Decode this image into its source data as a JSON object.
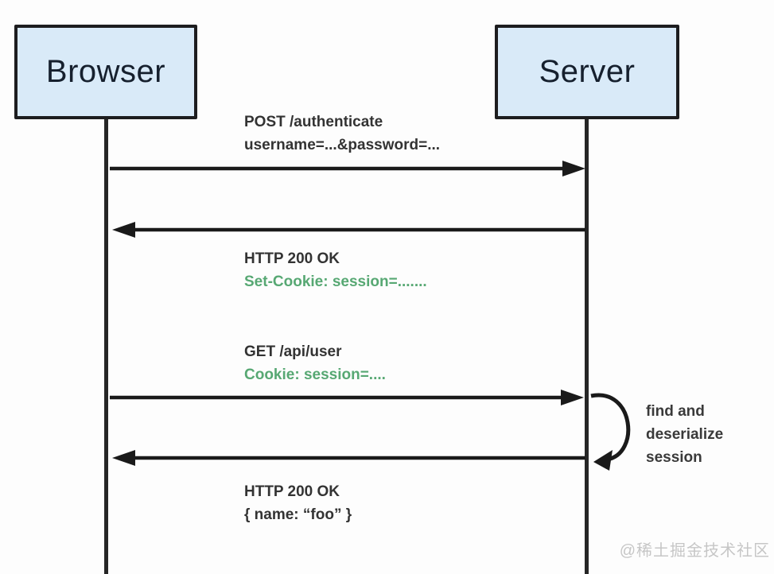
{
  "diagram": {
    "actors": [
      {
        "label": "Browser"
      },
      {
        "label": "Server"
      }
    ],
    "messages": [
      {
        "from": "Browser",
        "to": "Server",
        "line1": "POST /authenticate",
        "line2": "username=...&password=...",
        "line2_color": "black"
      },
      {
        "from": "Server",
        "to": "Browser",
        "line1": "HTTP 200 OK",
        "line2": "Set-Cookie: session=.......",
        "line2_color": "green"
      },
      {
        "from": "Browser",
        "to": "Server",
        "line1": "GET /api/user",
        "line2": "Cookie: session=....",
        "line2_color": "green"
      },
      {
        "from": "Server",
        "to": "Browser",
        "line1": "HTTP 200 OK",
        "line2": "{ name: “foo” }",
        "line2_color": "black"
      }
    ],
    "self_note": "find and\ndeserialize\nsession"
  },
  "watermark": "@稀土掘金技术社区",
  "colors": {
    "actor_fill": "#d9eaf8",
    "actor_border": "#1d1d1f",
    "lifeline": "#262626",
    "arrow": "#1a1a1a",
    "text": "#333333",
    "green_text": "#57a873",
    "watermark": "#c6c6c6"
  }
}
